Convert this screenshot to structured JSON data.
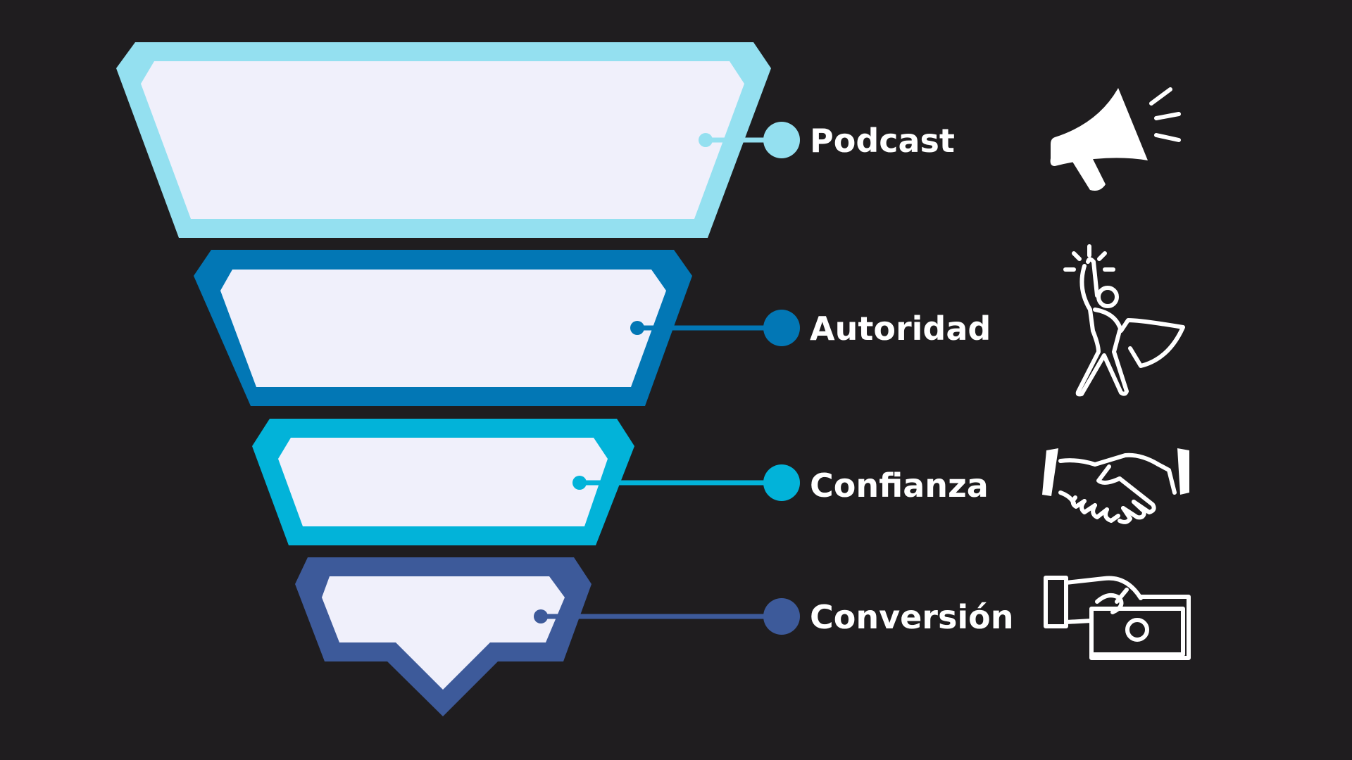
{
  "colors": {
    "background": "#1f1d1f",
    "inner_fill": "#f0f0fb",
    "label_text": "#ffffff"
  },
  "funnel": {
    "stages": [
      {
        "label": "Podcast",
        "color": "#94e0f0",
        "icon": "megaphone-icon"
      },
      {
        "label": "Autoridad",
        "color": "#0277b5",
        "icon": "superhero-icon"
      },
      {
        "label": "Confianza",
        "color": "#02b3d9",
        "icon": "handshake-icon"
      },
      {
        "label": "Conversión",
        "color": "#3d5a9a",
        "icon": "money-hand-icon"
      }
    ]
  }
}
